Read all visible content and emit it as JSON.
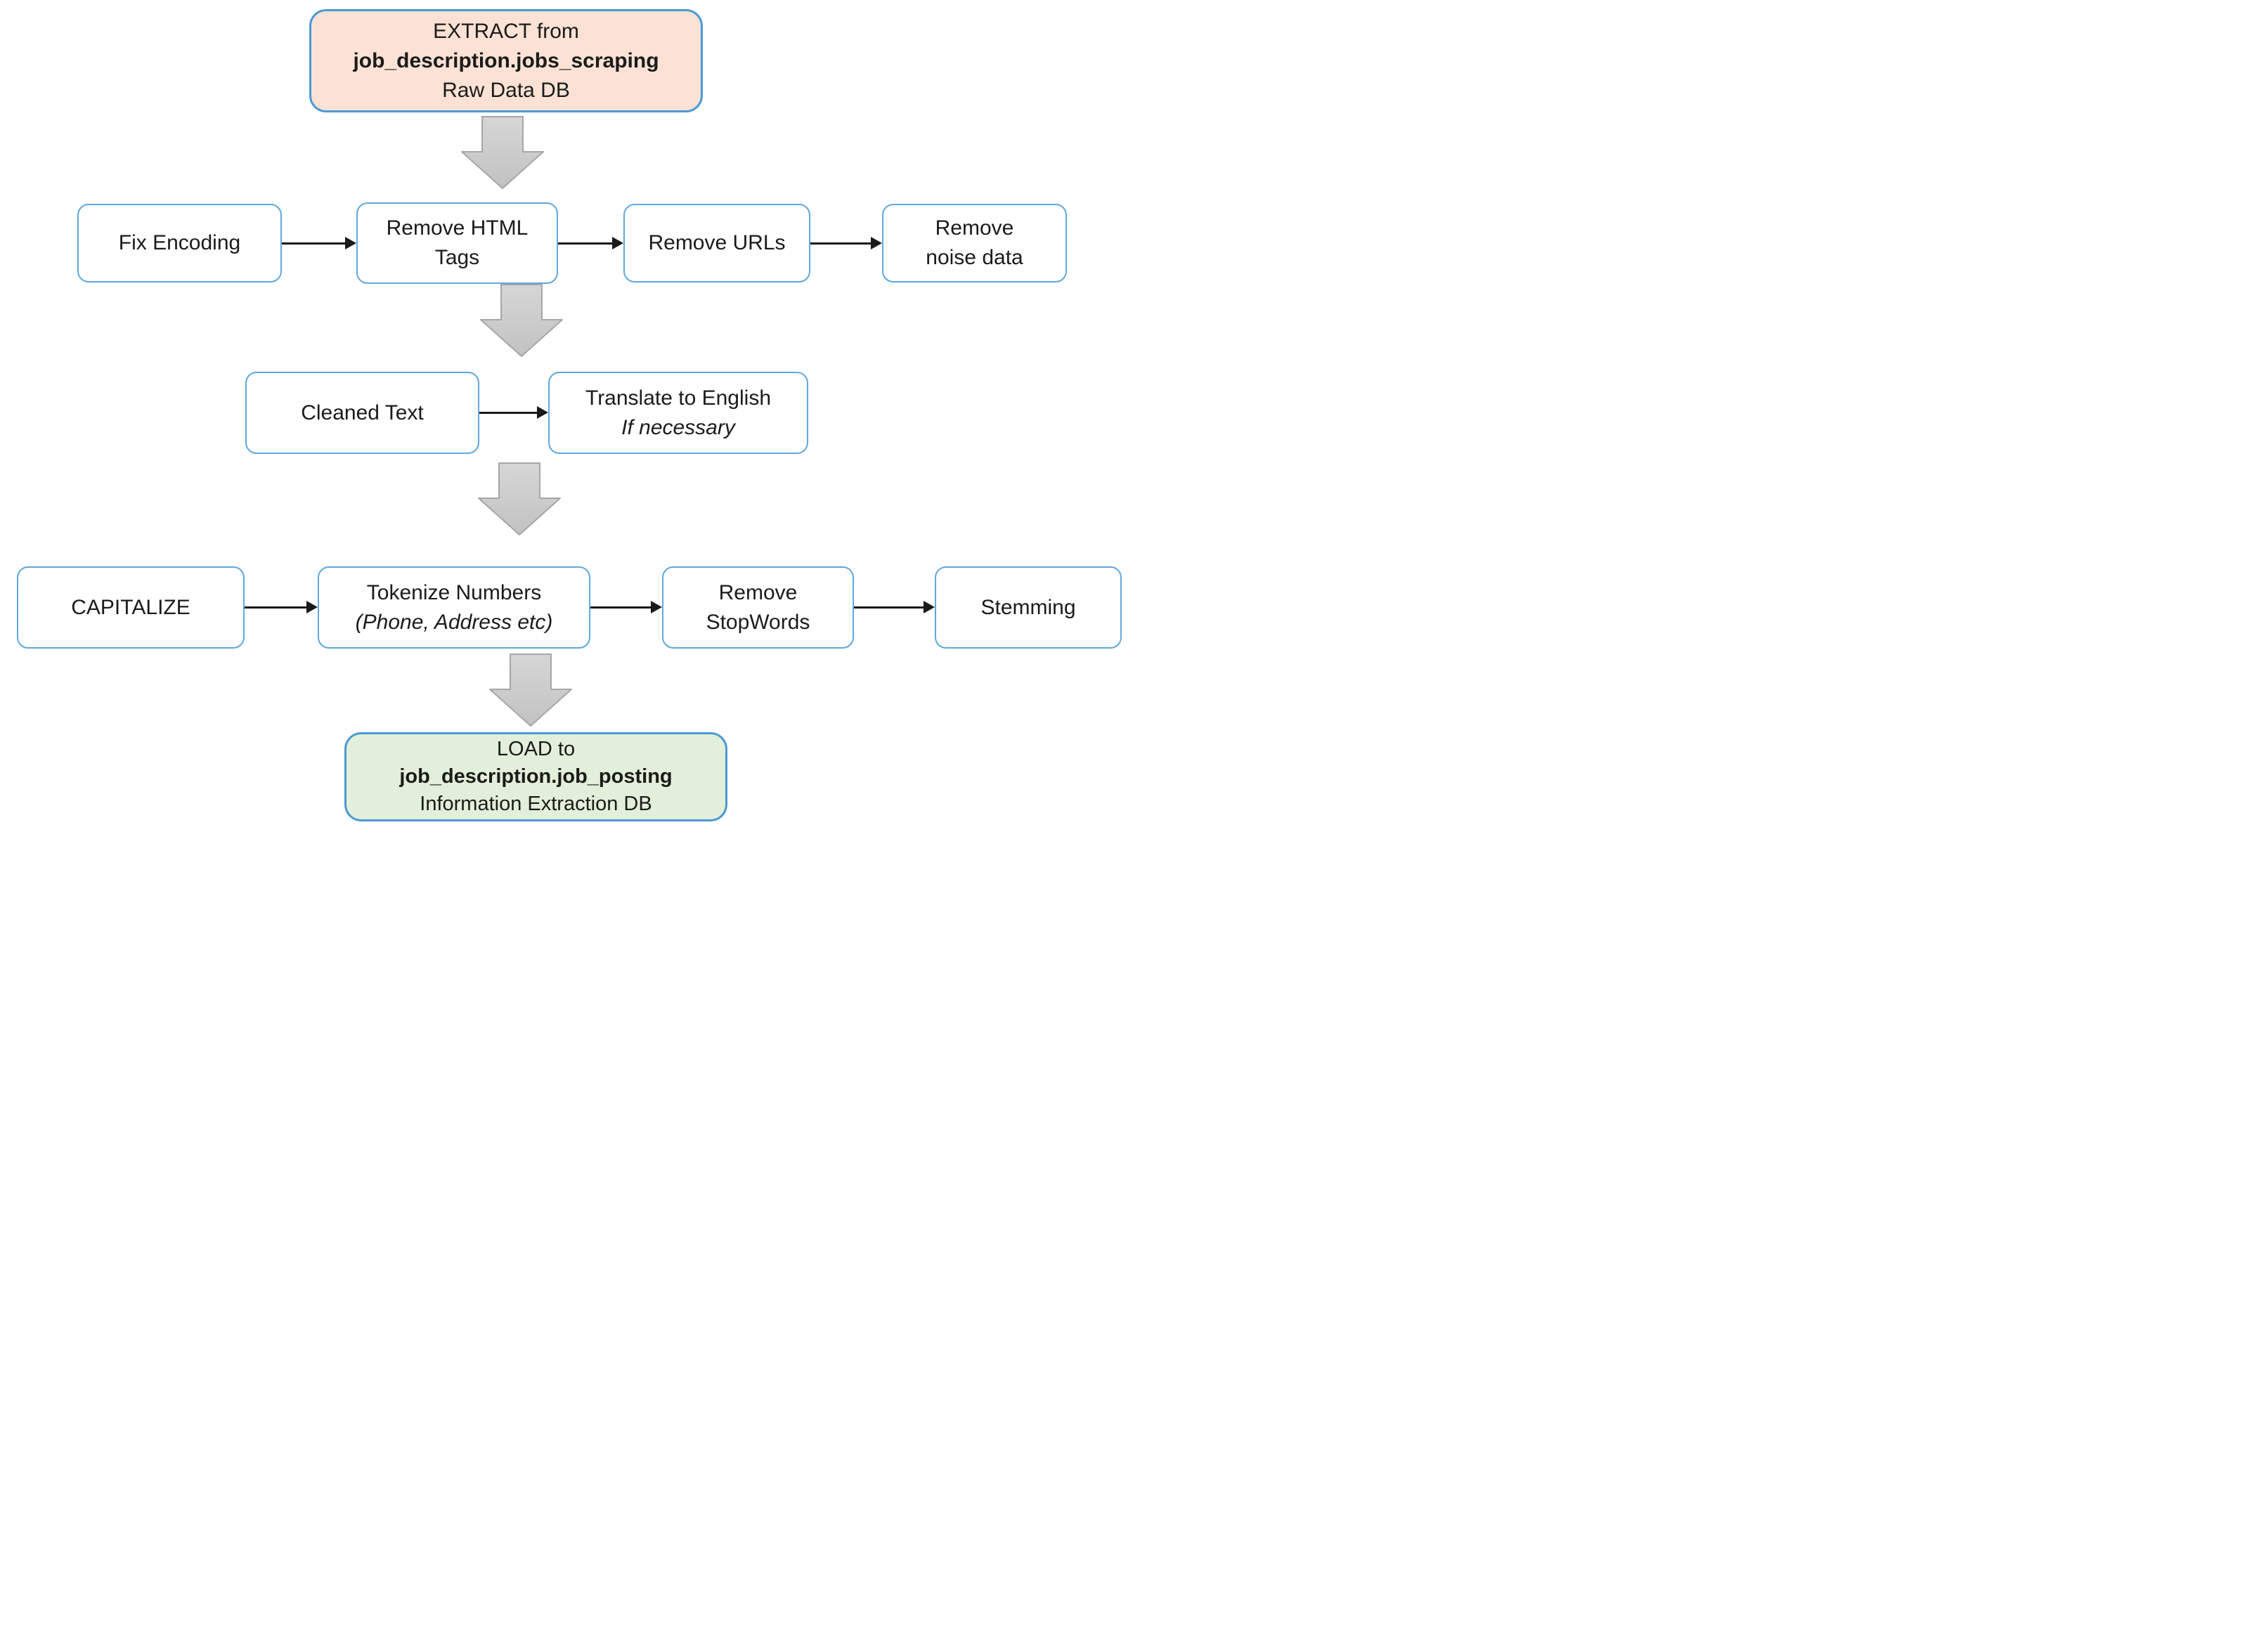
{
  "nodes": {
    "source": {
      "lines": [
        "EXTRACT from",
        "job_description.jobs_scraping",
        "Raw Data DB"
      ]
    },
    "fix_encoding": {
      "lines": [
        "Fix Encoding"
      ]
    },
    "remove_html_tags": {
      "lines": [
        "Remove HTML",
        "Tags"
      ]
    },
    "remove_urls": {
      "lines": [
        "Remove URLs"
      ]
    },
    "remove_noise_data": {
      "lines": [
        "Remove",
        "noise data"
      ]
    },
    "cleaned_text": {
      "lines": [
        "Cleaned Text"
      ]
    },
    "translate_to_english": {
      "lines": [
        "Translate to English",
        "If necessary"
      ]
    },
    "capitalize": {
      "lines": [
        "CAPITALIZE"
      ]
    },
    "tokenize_numbers": {
      "lines": [
        "Tokenize Numbers",
        "(Phone, Address etc)"
      ]
    },
    "remove_stopwords": {
      "lines": [
        "Remove",
        "StopWords"
      ]
    },
    "stemming": {
      "lines": [
        "Stemming"
      ]
    },
    "load_target": {
      "lines": [
        "LOAD to",
        "job_description.job_posting",
        "Information Extraction DB"
      ]
    }
  },
  "colors": {
    "source_fill": "#FBE2D5",
    "load_fill": "#E2EFDA",
    "small_box_border": "#5FA8DD",
    "big_box_border": "#4A9AD5",
    "block_arrow_fill_top": "#D3D3D3",
    "block_arrow_fill_bottom": "#C3C3C3",
    "block_arrow_border": "#A6A6A6",
    "connector": "#1A1A1A",
    "text": "#1B1B1B",
    "background": "#FFFFFF"
  }
}
